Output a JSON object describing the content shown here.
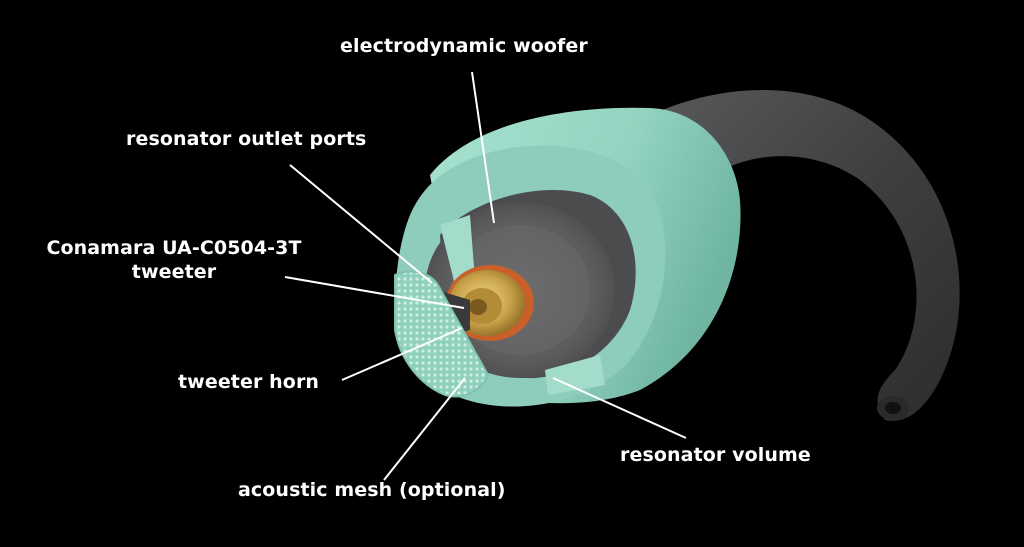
{
  "labels": {
    "woofer": "electrodynamic woofer",
    "outlet_ports": "resonator outlet ports",
    "tweeter_line1": "Conamara UA-C0504-3T",
    "tweeter_line2": "tweeter",
    "horn": "tweeter horn",
    "mesh": "acoustic mesh (optional)",
    "resonator_volume": "resonator volume"
  },
  "colors": {
    "background": "#000000",
    "shell_mint": "#9ad8c6",
    "shell_mint_dark": "#6fb8a4",
    "earhook_gray": "#4a4a4c",
    "woofer_gray": "#5e5e60",
    "tweeter_gold": "#c9a24a",
    "tweeter_ring_orange": "#c8602a",
    "leader_line": "#ffffff"
  },
  "icons": {
    "leader_lines": "callout-leader-line"
  }
}
